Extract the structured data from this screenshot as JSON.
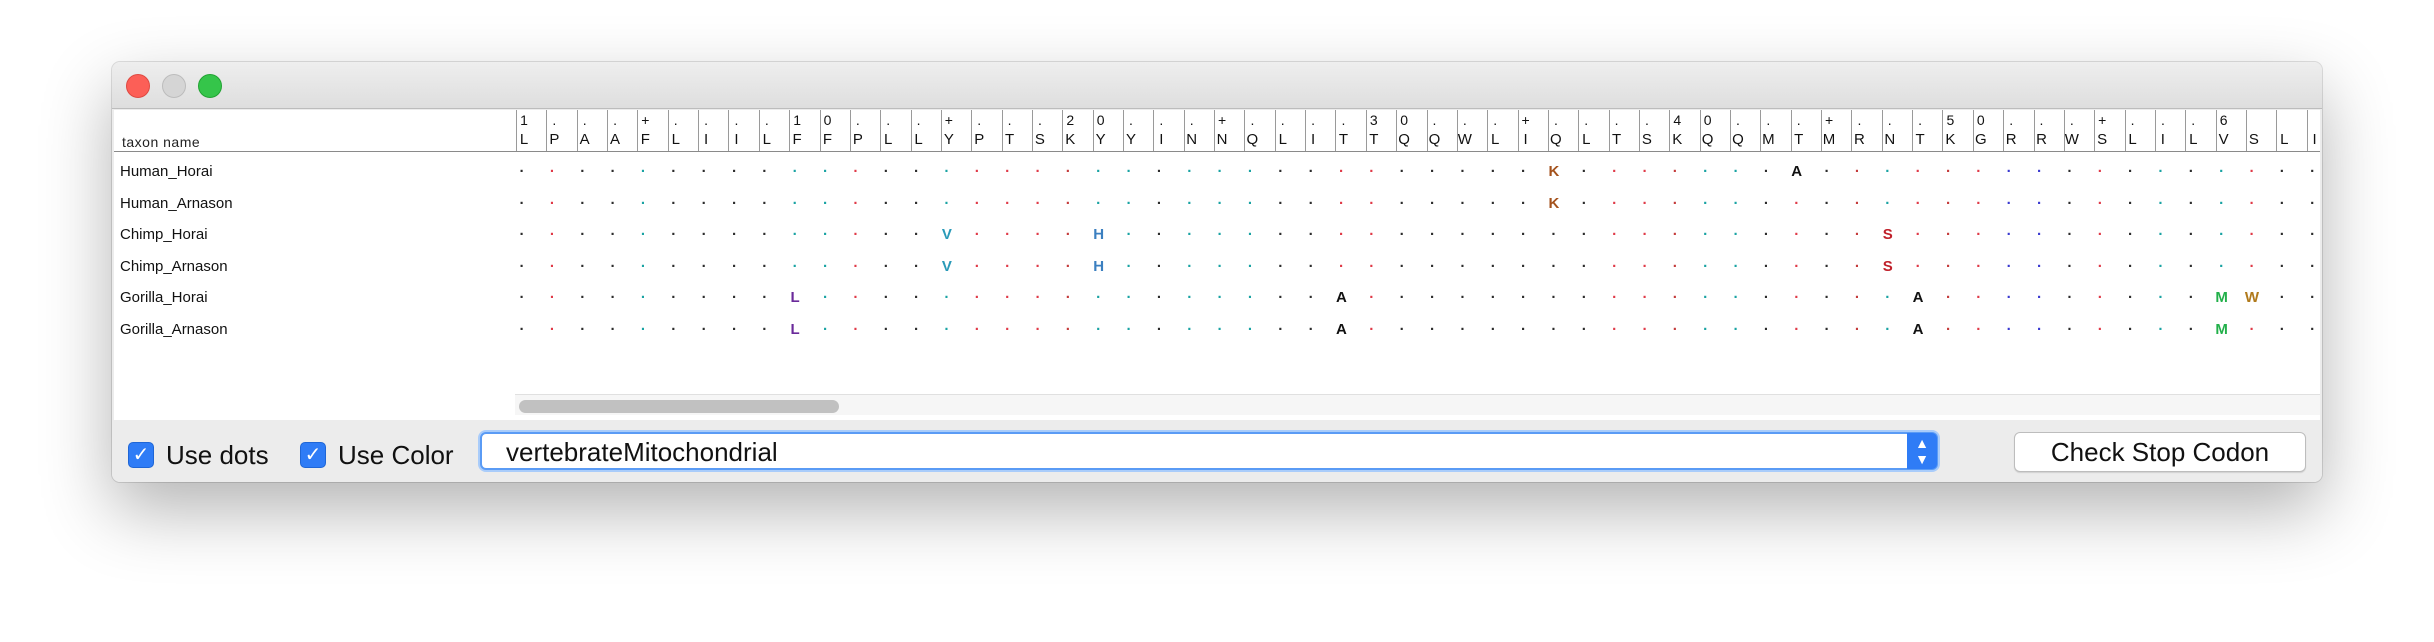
{
  "header": {
    "taxon_label": "taxon name",
    "top_marks": [
      "1",
      ".",
      ".",
      ".",
      "+",
      ".",
      ".",
      ".",
      ".",
      "1",
      "0",
      ".",
      ".",
      ".",
      "+",
      ".",
      ".",
      ".",
      "2",
      "0",
      ".",
      ".",
      ".",
      "+",
      ".",
      ".",
      ".",
      ".",
      "3",
      "0",
      ".",
      ".",
      ".",
      "+",
      ".",
      ".",
      ".",
      ".",
      "4",
      "0",
      ".",
      ".",
      ".",
      "+",
      ".",
      ".",
      ".",
      "5",
      "0",
      ".",
      ".",
      ".",
      "+",
      ".",
      ".",
      ".",
      "6"
    ],
    "reference": [
      "L",
      "P",
      "A",
      "A",
      "F",
      "L",
      "I",
      "I",
      "L",
      "F",
      "F",
      "P",
      "L",
      "L",
      "Y",
      "P",
      "T",
      "S",
      "K",
      "Y",
      "Y",
      "I",
      "N",
      "N",
      "Q",
      "L",
      "I",
      "T",
      "T",
      "Q",
      "Q",
      "W",
      "L",
      "I",
      "Q",
      "L",
      "T",
      "S",
      "K",
      "Q",
      "Q",
      "M",
      "T",
      "M",
      "R",
      "N",
      "T",
      "K",
      "G",
      "R",
      "R",
      "W",
      "S",
      "L",
      "I",
      "L",
      "V",
      "S",
      "L",
      "I"
    ]
  },
  "dot_colors": [
    "#2c2c2c",
    "#e03a48",
    "#2c2c2c",
    "#2c2c2c",
    "#1aa3a3",
    "#2c2c2c",
    "#2c2c2c",
    "#2c2c2c",
    "#2c2c2c",
    "#1aa3a3",
    "#1aa3a3",
    "#e03a48",
    "#2c2c2c",
    "#2c2c2c",
    "#1aa3a3",
    "#e03a48",
    "#e03a48",
    "#e03a48",
    "#c43b3b",
    "#1aa3a3",
    "#1aa3a3",
    "#2c2c2c",
    "#1aa3a3",
    "#1aa3a3",
    "#1aa3a3",
    "#2c2c2c",
    "#2c2c2c",
    "#e03a48",
    "#e03a48",
    "#2c2c2c",
    "#2c2c2c",
    "#2c2c2c",
    "#2c2c2c",
    "#2c2c2c",
    "#2c2c2c",
    "#2c2c2c",
    "#e03a48",
    "#e03a48",
    "#c43b3b",
    "#1aa3a3",
    "#1aa3a3",
    "#2c2c2c",
    "#e03a48",
    "#2c2c2c",
    "#c43b3b",
    "#1aa3a3",
    "#e03a48",
    "#c43b3b",
    "#e03a48",
    "#3a3ad0",
    "#3a3ad0",
    "#2c2c2c",
    "#e03a48",
    "#2c2c2c",
    "#1aa3a3",
    "#2c2c2c",
    "#1aa3a3",
    "#e03a48",
    "#2c2c2c",
    "#2c2c2c"
  ],
  "rows": [
    {
      "name": "Human_Horai",
      "subs": [
        {
          "col": 34,
          "aa": "K",
          "color": "#a4521c"
        },
        {
          "col": 42,
          "aa": "A",
          "color": "#111111"
        }
      ]
    },
    {
      "name": "Human_Arnason",
      "subs": [
        {
          "col": 34,
          "aa": "K",
          "color": "#a4521c"
        }
      ]
    },
    {
      "name": "Chimp_Horai",
      "subs": [
        {
          "col": 14,
          "aa": "V",
          "color": "#2a9ab8"
        },
        {
          "col": 19,
          "aa": "H",
          "color": "#3b7fc0"
        },
        {
          "col": 45,
          "aa": "S",
          "color": "#c0202a"
        }
      ]
    },
    {
      "name": "Chimp_Arnason",
      "subs": [
        {
          "col": 14,
          "aa": "V",
          "color": "#2a9ab8"
        },
        {
          "col": 19,
          "aa": "H",
          "color": "#3b7fc0"
        },
        {
          "col": 45,
          "aa": "S",
          "color": "#c0202a"
        }
      ]
    },
    {
      "name": "Gorilla_Horai",
      "subs": [
        {
          "col": 9,
          "aa": "L",
          "color": "#6a2a9a"
        },
        {
          "col": 27,
          "aa": "A",
          "color": "#111111"
        },
        {
          "col": 46,
          "aa": "A",
          "color": "#111111"
        },
        {
          "col": 56,
          "aa": "M",
          "color": "#22b04a"
        },
        {
          "col": 57,
          "aa": "W",
          "color": "#b07a1c"
        }
      ]
    },
    {
      "name": "Gorilla_Arnason",
      "subs": [
        {
          "col": 9,
          "aa": "L",
          "color": "#6a2a9a"
        },
        {
          "col": 27,
          "aa": "A",
          "color": "#111111"
        },
        {
          "col": 46,
          "aa": "A",
          "color": "#111111"
        },
        {
          "col": 56,
          "aa": "M",
          "color": "#22b04a"
        }
      ]
    }
  ],
  "controls": {
    "use_dots_label": "Use dots",
    "use_dots_checked": true,
    "use_color_label": "Use Color",
    "use_color_checked": true,
    "genetic_code_value": "vertebrateMitochondrial",
    "check_stop_codon_label": "Check Stop Codon"
  }
}
